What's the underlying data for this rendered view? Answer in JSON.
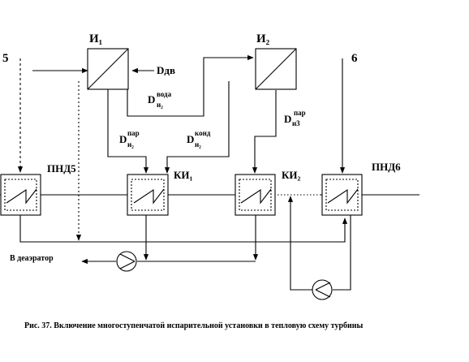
{
  "labels": {
    "stream_5": "5",
    "stream_6": "6",
    "evaporator_1": "И₁",
    "evaporator_2": "И₂",
    "makeup_water": "Dдв",
    "flow_water_main": "D",
    "flow_water_sub": "и₂",
    "flow_water_sup": "вода",
    "flow_steam_main": "D",
    "flow_steam_sub": "и₂",
    "flow_steam_sup": "пар",
    "flow_cond_main": "D",
    "flow_cond_sub": "и₂",
    "flow_cond_sup": "конд",
    "flow_steam3_main": "D",
    "flow_steam3_sub": "и3",
    "flow_steam3_sup": "пар",
    "heater_pnd5": "ПНД5",
    "heater_pnd6": "ПНД6",
    "condenser_1": "КИ₁",
    "condenser_2": "КИ₂",
    "to_deaerator": "В деаэратор"
  },
  "caption": "Рис. 37. Включение многоступенчатой испарительной установки в тепловую схему турбины"
}
